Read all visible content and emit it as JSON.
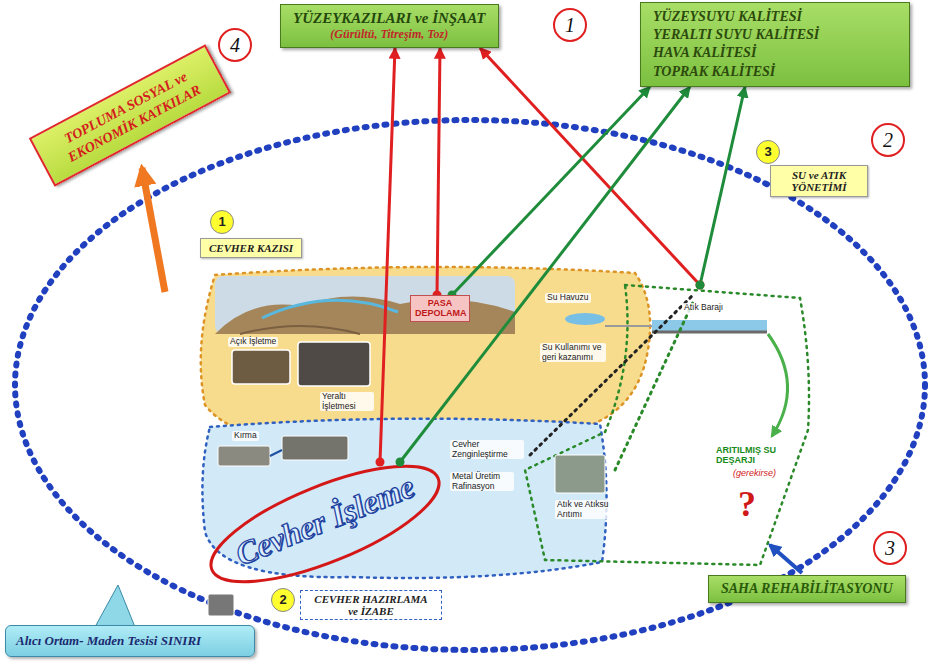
{
  "diagram": {
    "nodes": [
      {
        "text": [
          "YÜZEYKAZILARI ve İNŞAAT",
          "(Gürültü, Titreşim, Toz)"
        ]
      },
      {
        "text": [
          "YÜZEYSUYU KALİTESİ",
          "YERALTI SUYU KALİTESİ",
          "HAVA KALİTESİ",
          "TOPRAK KALİTESİ"
        ]
      },
      {
        "text": [
          "TOPLUMA SOSYAL ve EKONOMİK KATKILAR"
        ]
      },
      {
        "text": [
          "CEVHER KAZISI"
        ]
      },
      {
        "text": [
          "PASA DEPOLAMA"
        ],
        "in": 3
      },
      {
        "text": [
          "CEVHER HAZIRLAMA ve İZABE"
        ]
      },
      {
        "text": [
          "Cevher İşleme"
        ],
        "in": 5
      },
      {
        "text": [
          "SU ve ATIK YÖNETİMİ"
        ]
      },
      {
        "text": [
          "SAHA REHABİLİTASYONU"
        ]
      },
      {
        "text": [
          "Alıcı Ortam- Maden Tesisi SINIRI"
        ]
      }
    ],
    "edges": [
      {
        "from": 4,
        "to": 0,
        "arrow": "to"
      },
      {
        "from": 6,
        "to": 0,
        "arrow": "to"
      },
      {
        "from": 7,
        "to": 0,
        "arrow": "to"
      },
      {
        "from": 4,
        "to": 1,
        "arrow": "to"
      },
      {
        "from": 6,
        "to": 1,
        "arrow": "to"
      },
      {
        "from": 7,
        "to": 1,
        "arrow": "to"
      }
    ],
    "labels": [
      "1",
      "2",
      "4",
      "3",
      "1",
      "2",
      "3",
      "Açık İşletme",
      "Yeraltı İşletmesi",
      "Su Havuzu",
      "Su Kullanımı ve geri kazanımı",
      "Atık Barajı",
      "Kırma",
      "Cevher Zenginleştirme",
      "Metal Üretim Rafinasyon",
      "Atık ve Atıksu Arıtımı",
      "ARITILMIŞ SU DEŞARJI",
      "(gerekirse)",
      "?"
    ]
  }
}
